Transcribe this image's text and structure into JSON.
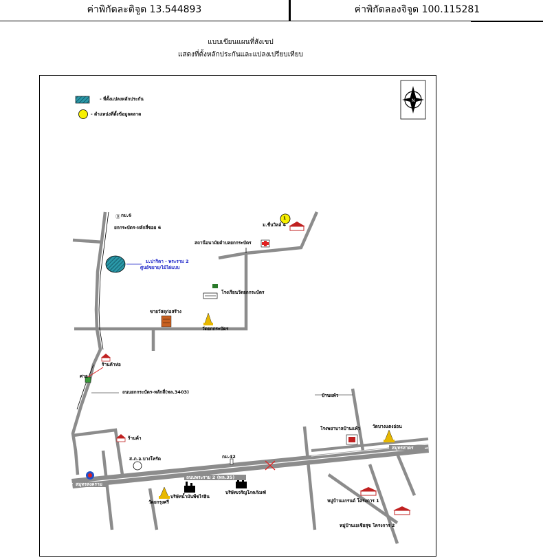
{
  "header": {
    "lat_label": "ค่าพิกัดละติจูด 13.544893",
    "lon_label": "ค่าพิกัดลองจิจูด 100.115281"
  },
  "map_title": {
    "line1": "แบบเขียนแผนที่สังเขป",
    "line2": "แสดงที่ตั้งหลักประกันและแปลงเปรียบเทียบ"
  },
  "legend": {
    "collateral": "- ที่ตั้งแปลงหลักประกัน",
    "market": "- ตำแหน่งที่ตั้งข้อมูลตลาด"
  },
  "labels": {
    "km6": "กม.6",
    "road_top": "ยกกระบัตร-หลักสี่ซอย 6",
    "clinic": "สถานีอนามัยตำบลยกกระบัตร",
    "village4": "ม.ชื่นวิลล์ 4",
    "market_no": "1",
    "project": "ม.ปาริดา - พระราม 2",
    "project_sub": "ศูนย์ขยาย/ไม้ไผ่แบบ",
    "school": "โรงเรียนวัดยกกระบัตร",
    "shop_left": "ขายวัสดุก่อสร้าง",
    "temple1": "วัดยกกระบัตร",
    "shop2": "ร้านค้าห่อ",
    "shrine": "ศาล",
    "road_3403": "ถนนยกกระบัตร-หลักสี่(ทล.3403)",
    "ban_phaeo": "บ้านแพ้ว",
    "hospital": "โรงพยาบาลบ้านแพ้ว",
    "temple_right": "วัดบางแตงอ่อน",
    "shop3": "ร้านค้า",
    "sao_kor": "ส.ภ.อ.บางโทรัด",
    "km42": "กม.42",
    "main_road": "ถนนพระราม 2 (ทล.35)",
    "to_bkk": "สมุทรสาคร",
    "to_west": "สมุทรสงคราม",
    "temple_bottom": "วัดยกรุงศรี",
    "factory1": "บริษัทน้ำมันพืชไร่ฮิน",
    "factory2": "บริษัทเจริญโภคภัณฑ์",
    "village1": "หมู่บ้านแกรนด์ โครงการ 1",
    "village2": "หมู่บ้านเอเชียสุข โครงการ 2"
  },
  "colors": {
    "road": "#8c8c8c",
    "collateral_fill": "#2a98a8",
    "marker_fill": "#f8f000",
    "label_blue": "#1a22c8"
  }
}
